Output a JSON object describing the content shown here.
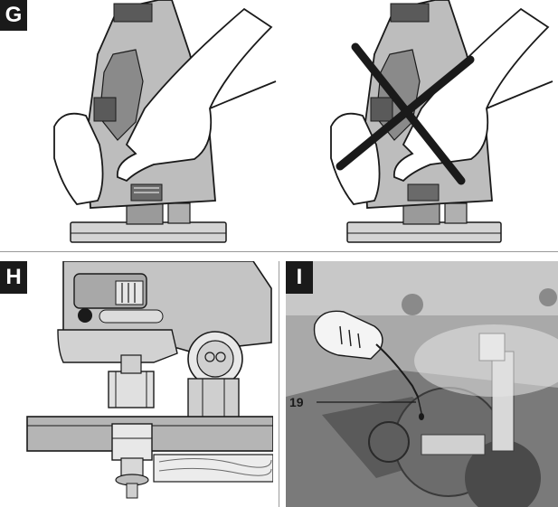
{
  "figure": {
    "panels": [
      {
        "label": "G",
        "views": [
          "correct-grip",
          "incorrect-grip"
        ]
      },
      {
        "label": "H"
      },
      {
        "label": "I",
        "callout": "19"
      }
    ],
    "colors": {
      "ink": "#1a1a1a",
      "tool_grey": "#bdbdbd",
      "tool_dark": "#8a8a8a",
      "photo_bg": "#a9a9a9",
      "photo_dark": "#5a5a5a",
      "cross": "#1a1a1a"
    }
  }
}
